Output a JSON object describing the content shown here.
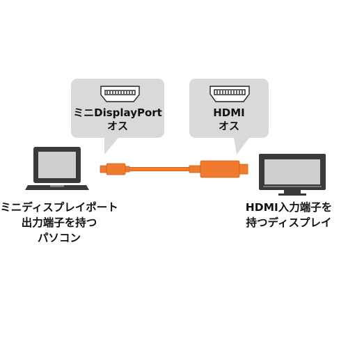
{
  "callouts": {
    "left": {
      "line1": "ミニDisplayPort",
      "line2": "オス"
    },
    "right": {
      "line1": "HDMI",
      "line2": "オス"
    }
  },
  "devices": {
    "laptop_label": {
      "line1": "ミニディスプレイポート",
      "line2": "出力端子を持つ",
      "line3": "パソコン"
    },
    "display_label": {
      "line1": "HDMI入力端子を",
      "line2": "持つディスプレイ"
    }
  },
  "colors": {
    "cable": "#f07b2e",
    "bubble": "#d9d9d9",
    "device_body": "#3a3a3a",
    "device_screen": "#cfcfcf"
  }
}
